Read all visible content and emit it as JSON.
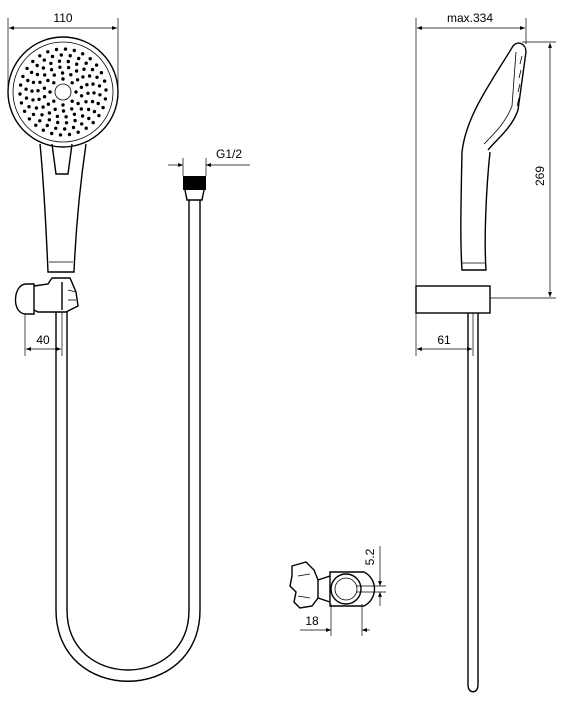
{
  "dimensions": {
    "head_width": "110",
    "connection_thread": "G1/2",
    "holder_offset": "40",
    "max_length": "max.334",
    "height": "269",
    "depth": "61",
    "bracket_offset": "5.2",
    "bracket_diameter": "18"
  },
  "colors": {
    "line": "#000000",
    "background": "#ffffff"
  }
}
